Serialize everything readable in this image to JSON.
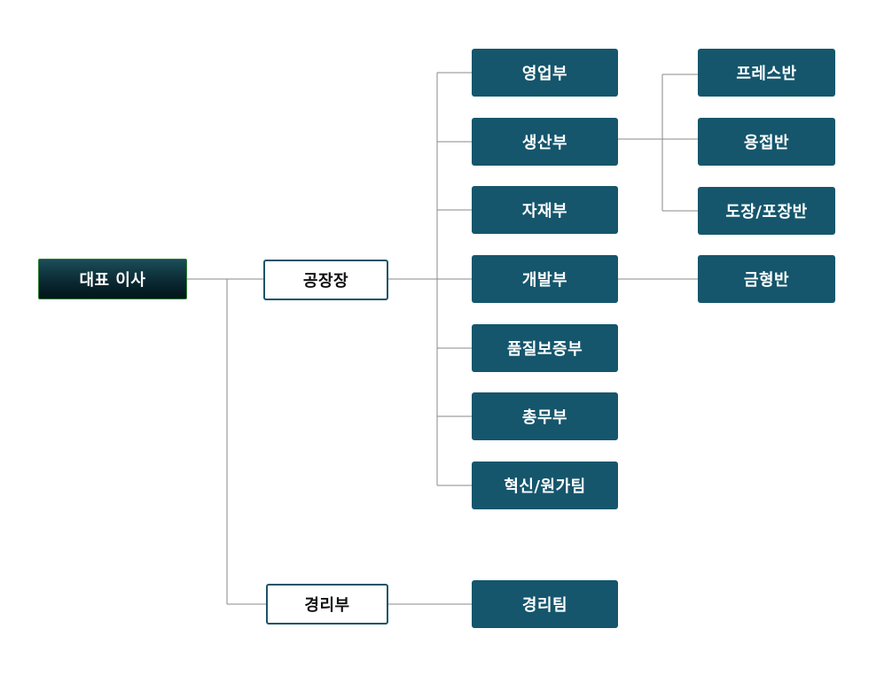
{
  "ceo": {
    "label": "대표 이사"
  },
  "factory": {
    "label": "공장장"
  },
  "accounting": {
    "label": "경리부"
  },
  "departments": {
    "sales": "영업부",
    "production": "생산부",
    "materials": "자재부",
    "development": "개발부",
    "quality": "품질보증부",
    "general_affairs": "총무부",
    "innovation": "혁신/원가팀"
  },
  "teams": {
    "press": "프레스반",
    "welding": "용접반",
    "painting_packing": "도장/포장반",
    "mold": "금형반",
    "accounting_team": "경리팀"
  },
  "colors": {
    "dept_fill": "#15566c",
    "outline_border": "#1b5468",
    "ceo_border": "#2e7d32",
    "connector": "#8a8a8a"
  }
}
